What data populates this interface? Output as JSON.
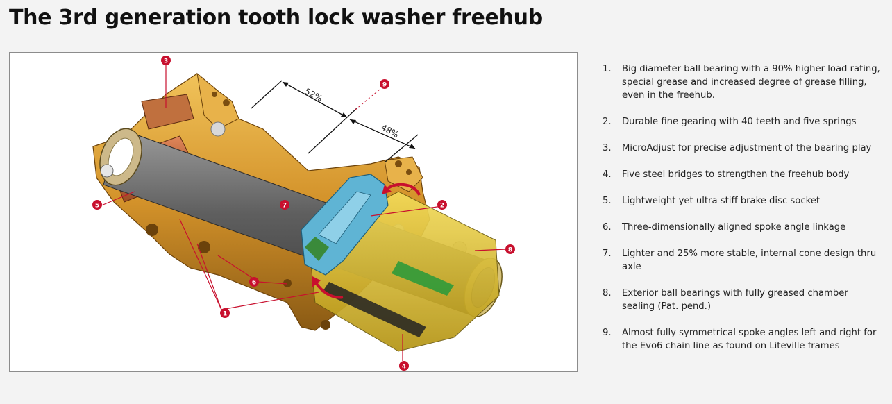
{
  "title": "The 3rd generation tooth lock washer freehub",
  "diagram": {
    "dimension_labels": [
      "52%",
      "48%"
    ],
    "callouts": [
      "1",
      "2",
      "3",
      "4",
      "5",
      "6",
      "7",
      "8",
      "9"
    ]
  },
  "features": [
    {
      "number": "1.",
      "text": "Big diameter ball bearing with a 90% higher load rating, special grease and increased degree of grease filling, even in the freehub."
    },
    {
      "number": "2.",
      "text": "Durable fine gearing with 40 teeth and five springs"
    },
    {
      "number": "3.",
      "text": "MicroAdjust for precise adjustment of the bearing play"
    },
    {
      "number": "4.",
      "text": "Five steel bridges to strengthen the freehub body"
    },
    {
      "number": "5.",
      "text": "Lightweight yet ultra stiff brake disc socket"
    },
    {
      "number": "6.",
      "text": "Three-dimensionally aligned spoke angle linkage"
    },
    {
      "number": "7.",
      "text": "Lighter and 25% more stable, internal cone design thru axle"
    },
    {
      "number": "8.",
      "text": "Exterior ball bearings with fully greased chamber sealing (Pat. pend.)"
    },
    {
      "number": "9.",
      "text": "Almost fully symmetrical spoke angles left and right for the Evo6 chain line as found on Liteville frames"
    }
  ],
  "colors": {
    "callout_red": "#c8102e",
    "hub_gold": "#d99a2b",
    "axle_gray": "#6e6e6e",
    "freehub_blue": "#5fb4d4"
  }
}
